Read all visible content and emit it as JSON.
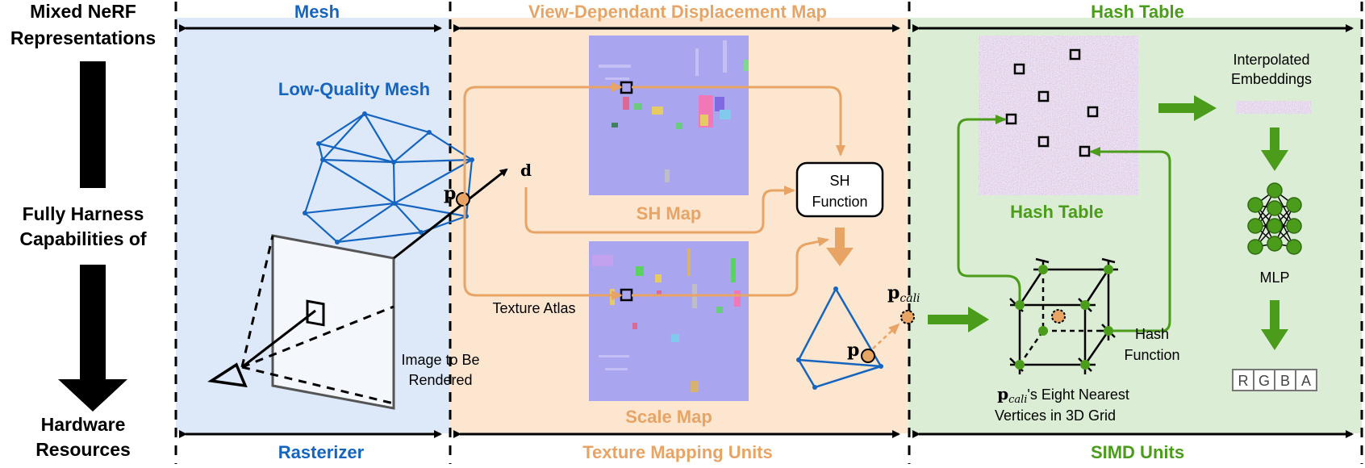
{
  "left_column": {
    "top_label": [
      "Mixed NeRF",
      "Representations"
    ],
    "middle_label": [
      "Fully Harness",
      "Capabilities of"
    ],
    "bottom_label": [
      "Hardware",
      "Resources"
    ]
  },
  "sections": {
    "mesh": {
      "top_title": "Mesh",
      "bottom_title": "Rasterizer",
      "color": "#1565c0",
      "bg": "#dde9f8"
    },
    "vddm": {
      "top_title": "View-Dependant Displacement Map",
      "bottom_title": "Texture Mapping Units",
      "color": "#e7a465",
      "bg": "#fde6cf"
    },
    "hash": {
      "top_title": "Hash Table",
      "bottom_title": "SIMD Units",
      "color": "#4a9c1a",
      "bg": "#dcedd5"
    }
  },
  "mesh_panel": {
    "low_quality_label": "Low-Quality Mesh",
    "point_label": "p",
    "direction_label": "d",
    "image_label": [
      "Image to Be",
      "Rendered"
    ]
  },
  "vddm_panel": {
    "sh_map_label": "SH Map",
    "scale_map_label": "Scale Map",
    "texture_atlas_label": "Texture Atlas",
    "sh_function_label": [
      "SH",
      "Function"
    ],
    "point_label": "p",
    "p_cali_bold": "p",
    "p_cali_sub": "cali"
  },
  "hash_panel": {
    "hash_table_label": "Hash Table",
    "interpolated_label": [
      "Interpolated",
      "Embeddings"
    ],
    "mlp_label": "MLP",
    "rgba": [
      "R",
      "G",
      "B",
      "A"
    ],
    "hash_function_label": [
      "Hash",
      "Function"
    ],
    "vertices_label_bold": "p",
    "vertices_label_sub": "cali",
    "vertices_label_rest": "'s Eight Nearest",
    "vertices_label_line2": "Vertices in 3D Grid"
  }
}
